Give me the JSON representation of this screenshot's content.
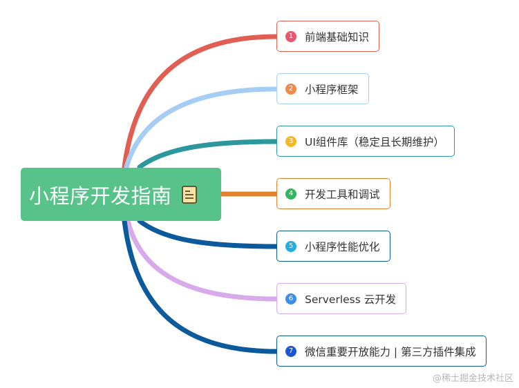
{
  "root": {
    "title": "小程序开发指南",
    "icon": "note-icon",
    "color": "#57c28a"
  },
  "branches": [
    {
      "number": "1",
      "label": "前端基础知识",
      "color": "#e05f52",
      "badge_color": "#e9566c"
    },
    {
      "number": "2",
      "label": "小程序框架",
      "color": "#a6cdf4",
      "badge_color": "#f08a49"
    },
    {
      "number": "3",
      "label": "UI组件库（稳定且长期维护）",
      "color": "#2c979d",
      "badge_color": "#f5b825"
    },
    {
      "number": "4",
      "label": "开发工具和调试",
      "color": "#e38330",
      "badge_color": "#33b65e"
    },
    {
      "number": "5",
      "label": "小程序性能优化",
      "color": "#0b5a9c",
      "badge_color": "#22aee0"
    },
    {
      "number": "6",
      "label": "Serverless 云开发",
      "color": "#d7aaeb",
      "badge_color": "#3a8fe6"
    },
    {
      "number": "7",
      "label": "微信重要开放能力 | 第三方插件集成",
      "color": "#0b5a9c",
      "badge_color": "#1b56d6"
    }
  ],
  "watermark": "@稀土掘金技术社区"
}
